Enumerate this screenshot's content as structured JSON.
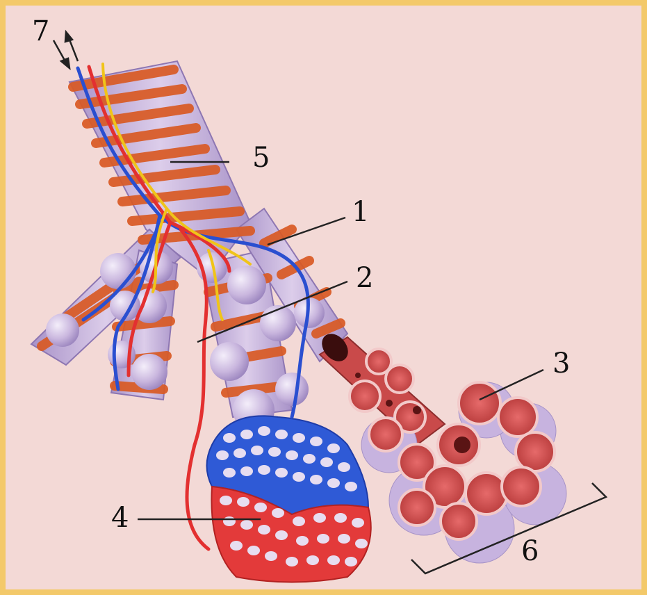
{
  "colors": {
    "background": "#f3d9d6",
    "frame": "#f3c96a",
    "airway": "#cbb7dc",
    "muscle": "#e0602e",
    "vein": "#2a4fd0",
    "artery": "#e33030",
    "nerve": "#f0c419",
    "alveolus": "#d64545"
  },
  "labels": {
    "n1": "1",
    "n2": "2",
    "n3": "3",
    "n4": "4",
    "n5": "5",
    "n6": "6",
    "n7": "7"
  }
}
